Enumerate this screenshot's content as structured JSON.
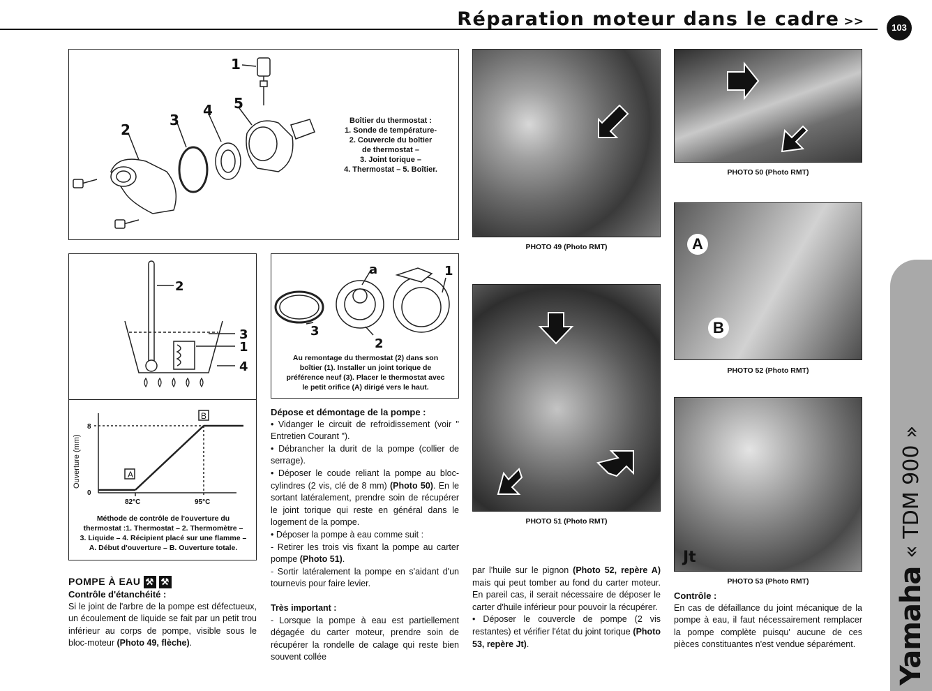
{
  "header": {
    "title": "Réparation moteur dans le cadre",
    "arrow": ">>",
    "page_number": "103"
  },
  "side_tab": {
    "brand": "Yamaha",
    "model": "« TDM 900 »"
  },
  "diagram_thermostat_housing": {
    "callouts": [
      "1",
      "2",
      "3",
      "4",
      "5"
    ],
    "caption": [
      "Boîtier du thermostat :",
      "1. Sonde de température-",
      "2. Couvercle du boîtier",
      "de thermostat –",
      "3. Joint torique –",
      "4. Thermostat – 5. Boîtier."
    ]
  },
  "diagram_test": {
    "callouts": [
      "2",
      "3",
      "1",
      "4"
    ],
    "graph": {
      "ylabel": "Ouverture (mm)",
      "y_tick_8": "8",
      "y_tick_0": "0",
      "x_tick_a": "82°C",
      "x_tick_b": "95°C",
      "mark_a": "A",
      "mark_b": "B"
    },
    "caption": [
      "Méthode de contrôle de l'ouverture du",
      "thermostat :1. Thermostat – 2. Thermomètre –",
      "3. Liquide – 4. Récipient placé sur une flamme –",
      "A. Début d'ouverture – B. Ouverture totale."
    ]
  },
  "diagram_oring": {
    "callouts": [
      "a",
      "1",
      "3",
      "2"
    ],
    "caption": [
      "Au remontage du thermostat (2) dans son",
      "boîtier (1). Installer un joint torique de",
      "préférence neuf (3). Placer le thermostat avec",
      "le petit orifice (A) dirigé vers le haut."
    ]
  },
  "photos": {
    "p49": "PHOTO 49 (Photo RMT)",
    "p50": "PHOTO 50 (Photo RMT)",
    "p51": "PHOTO 51 (Photo RMT)",
    "p52": "PHOTO 52 (Photo RMT)",
    "p53": "PHOTO 53 (Photo RMT)",
    "p52_label_a": "A",
    "p52_label_b": "B",
    "p53_label": "Jt"
  },
  "col1": {
    "heading": "POMPE À EAU",
    "sub": "Contrôle d'étanchéité :",
    "para": "Si le joint de l'arbre de la pompe est défectueux, un écoulement de liquide se fait par un petit trou inférieur au corps de pompe, visible sous le bloc-moteur",
    "para_ref": "(Photo 49, flèche)",
    "para_end": "."
  },
  "col2": {
    "sub": "Dépose et démontage de la pompe :",
    "b1": "• Vidanger le circuit de refroidissement (voir \" Entretien Courant \").",
    "b2": "• Débrancher la durit de la pompe (collier de serrage).",
    "b3": "• Déposer le coude reliant la pompe au bloc-cylindres (2 vis, clé de 8 mm)",
    "b3_ref": "(Photo 50)",
    "b3_end": ". En le sortant latéralement, prendre soin de récupérer le joint torique qui reste en général dans le logement de la pompe.",
    "b4": "• Déposer la pompe à eau comme suit :",
    "b5": "- Retirer les trois vis fixant la pompe au carter pompe",
    "b5_ref": "(Photo 51)",
    "b5_end": ".",
    "b6": "- Sortir latéralement la pompe en s'aidant d'un tournevis pour faire levier.",
    "important": "Très important :",
    "b7": "- Lorsque la pompe à eau est partiellement dégagée du carter moteur, prendre soin de récupérer la rondelle de calage qui reste bien souvent collée"
  },
  "col3": {
    "p1": "par l'huile sur le pignon",
    "p1_ref": "(Photo 52, repère A)",
    "p1_end": " mais qui peut tomber au fond du carter moteur. En pareil cas, il serait nécessaire de déposer le carter d'huile inférieur pour pouvoir la récupérer.",
    "b1": "• Déposer le couvercle de pompe (2 vis restantes) et vérifier l'état du joint torique",
    "b1_ref": "(Photo 53, repère Jt)",
    "b1_end": "."
  },
  "col4": {
    "sub": "Contrôle :",
    "para": "En cas de défaillance du joint mécanique de la pompe à eau, il faut nécessairement remplacer la pompe complète puisqu' aucune de ces pièces constituantes n'est vendue séparément."
  }
}
